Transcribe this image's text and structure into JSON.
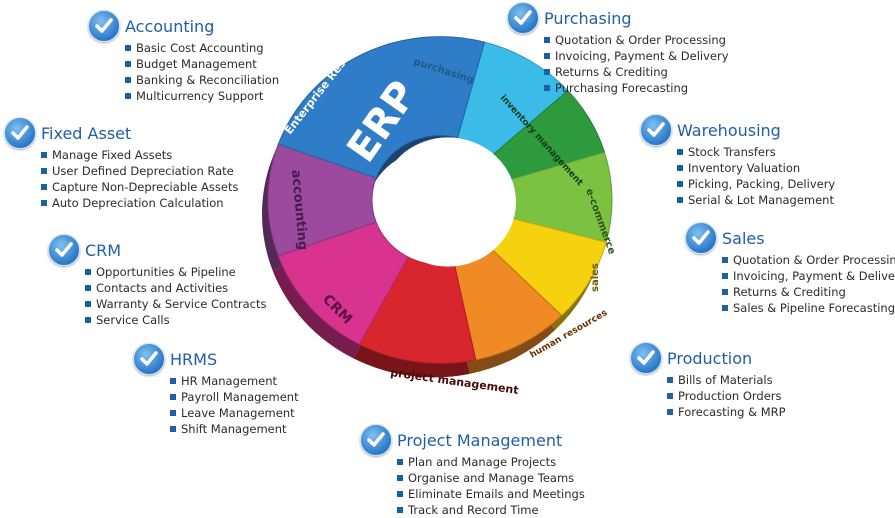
{
  "wheel": {
    "title": "ERP",
    "subtitle": "Enterprise Resource Planning",
    "segments": [
      {
        "label": "purchasing",
        "color": "#3bbbe8"
      },
      {
        "label": "inventory management",
        "color": "#2e9a3e"
      },
      {
        "label": "e-commerce",
        "color": "#7cc242"
      },
      {
        "label": "sales",
        "color": "#f6d20e"
      },
      {
        "label": "human resources",
        "color": "#f08a24"
      },
      {
        "label": "project management",
        "color": "#d8262e"
      },
      {
        "label": "CRM",
        "color": "#d8338f"
      },
      {
        "label": "accounting",
        "color": "#9b4a9e"
      },
      {
        "label": "ERP",
        "color": "#2f7cc8"
      }
    ]
  },
  "modules": [
    {
      "title": "Accounting",
      "items": [
        "Basic Cost Accounting",
        "Budget Management",
        "Banking & Reconciliation",
        "Multicurrency Support"
      ]
    },
    {
      "title": "Fixed Asset",
      "items": [
        "Manage Fixed Assets",
        "User Defined Depreciation Rate",
        "Capture Non-Depreciable Assets",
        "Auto Depreciation Calculation"
      ]
    },
    {
      "title": "CRM",
      "items": [
        "Opportunities & Pipeline",
        "Contacts and Activities",
        "Warranty & Service Contracts",
        "Service Calls"
      ]
    },
    {
      "title": "HRMS",
      "items": [
        "HR  Management",
        "Payroll Management",
        "Leave Management",
        "Shift Management"
      ]
    },
    {
      "title": "Project Management",
      "items": [
        "Plan and Manage Projects",
        "Organise and Manage Teams",
        "Eliminate Emails and Meetings",
        "Track and Record Time"
      ]
    },
    {
      "title": "Production",
      "items": [
        "Bills of Materials",
        "Production Orders",
        "Forecasting & MRP"
      ]
    },
    {
      "title": "Sales",
      "items": [
        "Quotation & Order Processing",
        "Invoicing, Payment & Delivery",
        "Returns & Crediting",
        "Sales & Pipeline Forecasting"
      ]
    },
    {
      "title": "Warehousing",
      "items": [
        "Stock Transfers",
        "Inventory Valuation",
        "Picking, Packing, Delivery",
        "Serial & Lot Management"
      ]
    },
    {
      "title": "Purchasing",
      "items": [
        "Quotation & Order Processing",
        "Invoicing, Payment & Delivery",
        "Returns & Crediting",
        "Purchasing Forecasting"
      ]
    }
  ]
}
